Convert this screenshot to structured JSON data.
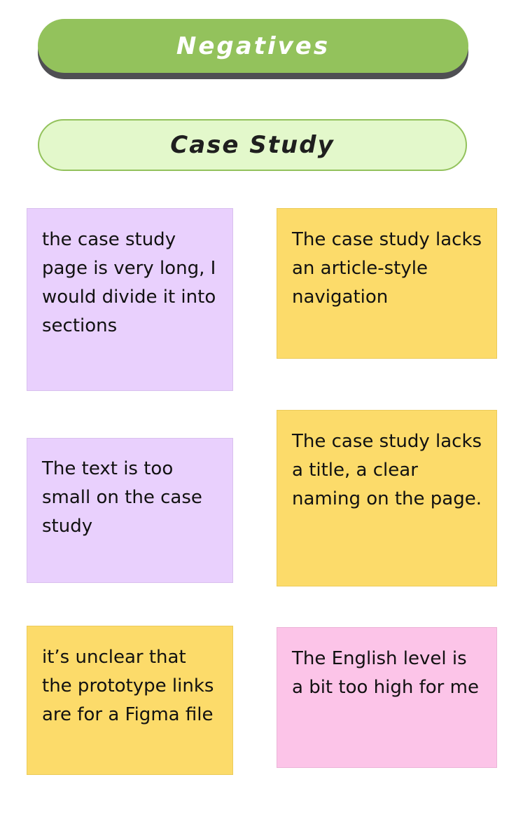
{
  "header": {
    "title": "Negatives",
    "color": "#93c25c"
  },
  "section": {
    "title": "Case Study",
    "color": "#e3f8cb"
  },
  "notes": [
    {
      "text": "the case study page is very long, I would divide it into sections",
      "color": "purple"
    },
    {
      "text": "The case study lacks an article-style navigation",
      "color": "yellow"
    },
    {
      "text": "The text is too small on the case study",
      "color": "purple"
    },
    {
      "text": "The case study lacks a title, a clear naming on the page.",
      "color": "yellow"
    },
    {
      "text": "it’s unclear that the prototype links are for a Figma file",
      "color": "yellow"
    },
    {
      "text": "The English level is a bit too high for me",
      "color": "pink"
    }
  ],
  "colors": {
    "purple": "#e9d0fd",
    "yellow": "#fcdb6a",
    "pink": "#fcc4e8"
  }
}
